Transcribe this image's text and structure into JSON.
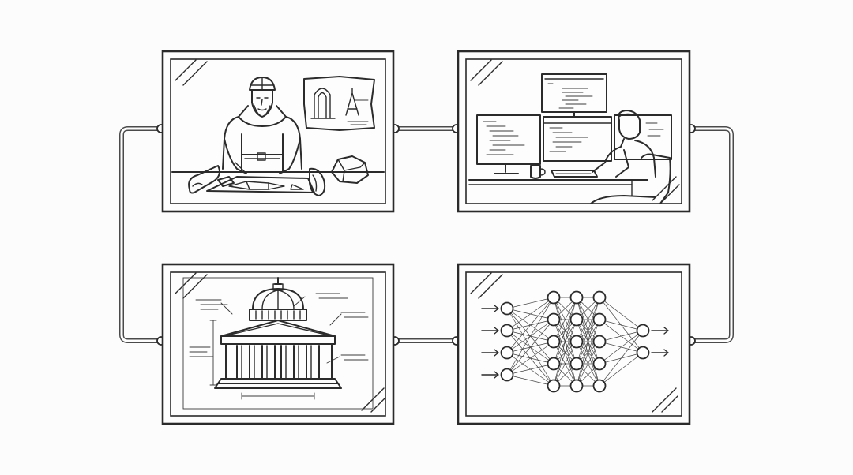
{
  "panels": [
    {
      "name": "medieval-architect-panel",
      "subject": "medieval-architect"
    },
    {
      "name": "programmer-workstation-panel",
      "subject": "programmer-at-monitors"
    },
    {
      "name": "capitol-blueprint-panel",
      "subject": "domed-building-blueprint"
    },
    {
      "name": "neural-network-panel",
      "subject": "neural-network"
    }
  ],
  "neural_network": {
    "layers": [
      4,
      5,
      5,
      5,
      2
    ],
    "input_arrows": 4,
    "output_arrows": 2
  },
  "colors": {
    "background": "#fcfcfc",
    "line": "#2b2b2b",
    "pipe": "#4a4a4a"
  }
}
